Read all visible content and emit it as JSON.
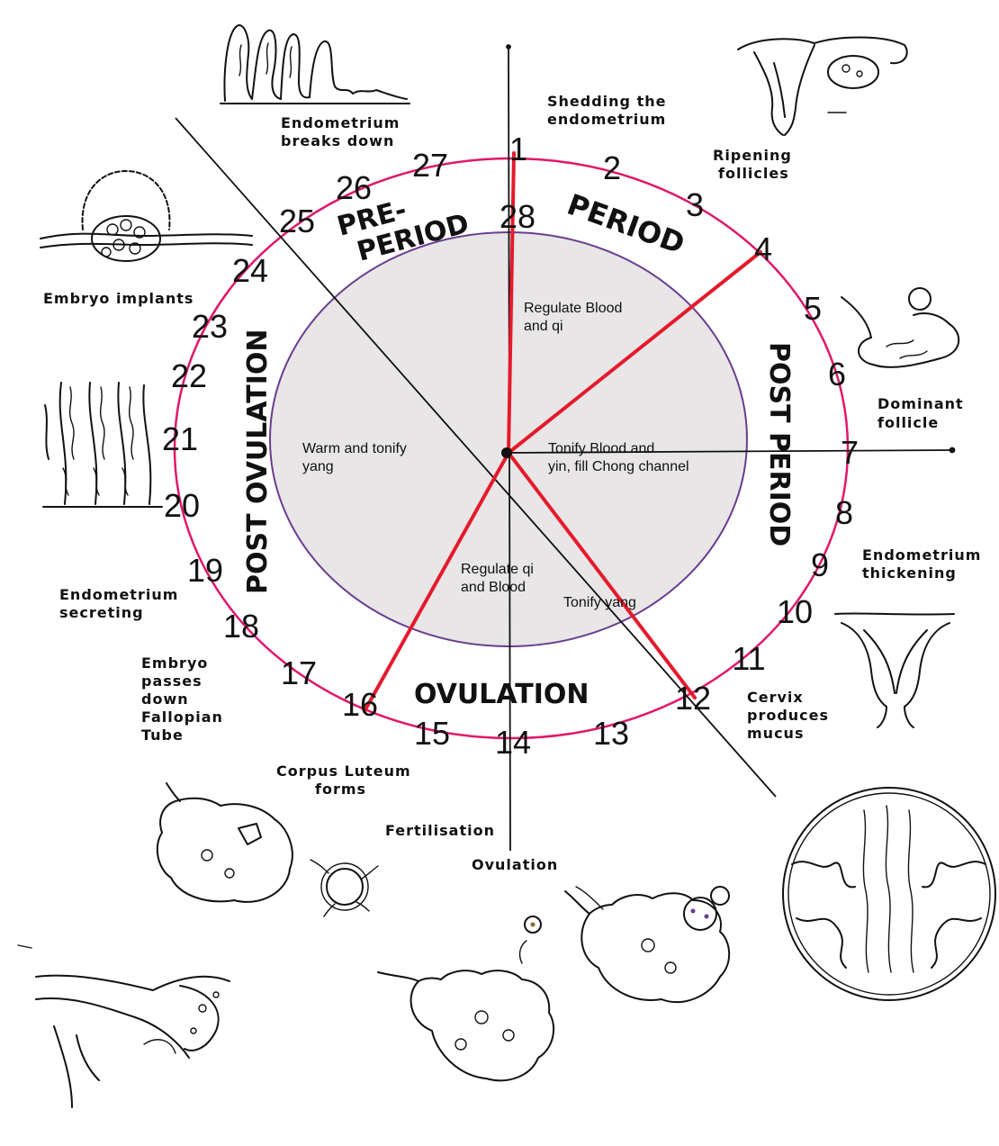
{
  "colors": {
    "ring": "#e0176b",
    "inner_circle_stroke": "#6a3d8f",
    "inner_fill": "#e8e6e6",
    "red_lines": "#e51a2c",
    "ink": "#111111"
  },
  "days": [
    "1",
    "2",
    "3",
    "4",
    "5",
    "6",
    "7",
    "8",
    "9",
    "10",
    "11",
    "12",
    "13",
    "14",
    "15",
    "16",
    "17",
    "18",
    "19",
    "20",
    "21",
    "22",
    "23",
    "24",
    "25",
    "26",
    "27",
    "28"
  ],
  "phases": {
    "period": "PERIOD",
    "post_period": "POST PERIOD",
    "ovulation": "OVULATION",
    "post_ovulation": "POST OVULATION",
    "pre_period_1": "PRE-",
    "pre_period_2": "PERIOD"
  },
  "inner_texts": {
    "regulate_blood_qi_1": "Regulate Blood",
    "regulate_blood_qi_2": "and qi",
    "tonify_blood_yin_1": "Tonify  Blood and",
    "tonify_blood_yin_2": "yin, fill Chong channel",
    "warm_tonify_1": "Warm and tonify",
    "warm_tonify_2": "yang",
    "regulate_qi_blood_1": "Regulate qi",
    "regulate_qi_blood_2": "and Blood",
    "tonify_yang": "Tonify     yang"
  },
  "labels": {
    "shedding_1": "Shedding the",
    "shedding_2": "endometrium",
    "ripening_1": "Ripening",
    "ripening_2": "follicles",
    "dominant_1": "Dominant",
    "dominant_2": "follicle",
    "thickening_1": "Endometrium",
    "thickening_2": "thickening",
    "cervix_1": "Cervix",
    "cervix_2": "produces",
    "cervix_3": "mucus",
    "ovulation": "Ovulation",
    "fertilisation": "Fertilisation",
    "corpus_1": "Corpus Luteum",
    "corpus_2": "forms",
    "embryo_passes_1": "Embryo",
    "embryo_passes_2": "passes",
    "embryo_passes_3": "down",
    "embryo_passes_4": "Fallopian",
    "embryo_passes_5": "Tube",
    "secreting_1": "Endometrium",
    "secreting_2": "secreting",
    "implants": "Embryo implants",
    "breaks_1": "Endometrium",
    "breaks_2": "breaks down"
  },
  "icons": [
    "endometrium-breakdown-icon",
    "uterus-ripening-icon",
    "embryo-implant-icon",
    "dominant-follicle-icon",
    "secretory-endometrium-icon",
    "uterus-thickening-icon",
    "cervix-mucus-icon",
    "corpus-luteum-icon",
    "fertilised-egg-icon",
    "fallopian-tube-icon",
    "ovulating-ovary-icon",
    "ovary-follicle-icon"
  ]
}
